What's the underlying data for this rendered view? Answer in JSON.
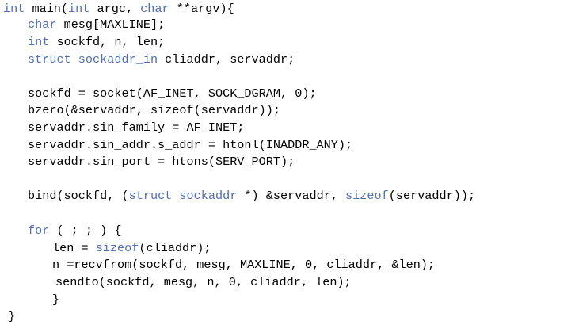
{
  "code": {
    "lines": [
      [
        {
          "t": "int",
          "k": true
        },
        {
          "t": " main("
        },
        {
          "t": "int",
          "k": true
        },
        {
          "t": " argc, "
        },
        {
          "t": "char",
          "k": true
        },
        {
          "t": " **argv){"
        }
      ],
      [
        {
          "t": "char",
          "k": true
        },
        {
          "t": " mesg[MAXLINE];"
        }
      ],
      [
        {
          "t": "int",
          "k": true
        },
        {
          "t": " sockfd, n, len;"
        }
      ],
      [
        {
          "t": "struct sockaddr_in",
          "k": true
        },
        {
          "t": " cliaddr, servaddr;"
        }
      ],
      [],
      [
        {
          "t": "sockfd = socket(AF_INET, SOCK_DGRAM, 0);"
        }
      ],
      [
        {
          "t": "bzero(&servaddr, sizeof(servaddr));"
        }
      ],
      [
        {
          "t": "servaddr.sin_family = AF_INET;"
        }
      ],
      [
        {
          "t": "servaddr.sin_addr.s_addr = htonl(INADDR_ANY);"
        }
      ],
      [
        {
          "t": "servaddr.sin_port = htons(SERV_PORT);"
        }
      ],
      [],
      [
        {
          "t": "bind(sockfd, ("
        },
        {
          "t": "struct sockaddr",
          "k": true
        },
        {
          "t": " *) &servaddr, "
        },
        {
          "t": "sizeof",
          "k": true
        },
        {
          "t": "(servaddr));"
        }
      ],
      [],
      [
        {
          "t": "for",
          "k": true
        },
        {
          "t": " ( ; ; ) {"
        }
      ],
      [
        {
          "t": "len = "
        },
        {
          "t": "sizeof",
          "k": true
        },
        {
          "t": "(cliaddr);"
        }
      ],
      [
        {
          "t": "n =recvfrom(sockfd, mesg, MAXLINE, 0, cliaddr, &len);"
        }
      ],
      [
        {
          "t": "sendto(sockfd, mesg, n, 0, cliaddr, len);"
        }
      ],
      [
        {
          "t": "}"
        }
      ],
      [
        {
          "t": "}"
        }
      ]
    ]
  },
  "colors": {
    "keyword": "#4f6fb0",
    "text": "#000000",
    "background": "#ffffff"
  }
}
